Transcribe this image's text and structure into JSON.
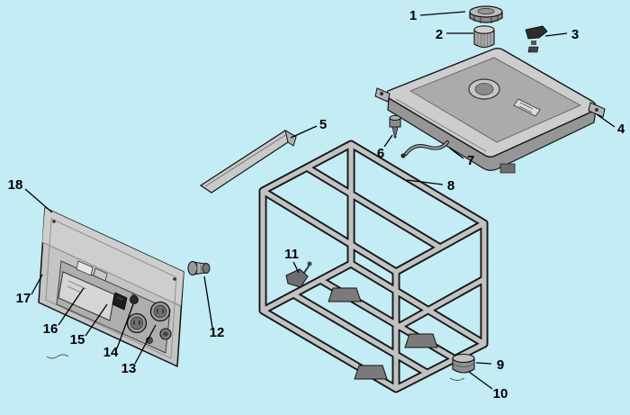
{
  "colors": {
    "background": "#c3ecf4",
    "part_light": "#d6d6d6",
    "part_mid": "#b8b8b8",
    "part_dark": "#8e8e8e",
    "outline": "#161616",
    "callout_text": "#000000"
  },
  "callouts": [
    "1",
    "2",
    "3",
    "4",
    "5",
    "6",
    "7",
    "8",
    "9",
    "10",
    "11",
    "12",
    "13",
    "14",
    "15",
    "16",
    "17",
    "18"
  ]
}
